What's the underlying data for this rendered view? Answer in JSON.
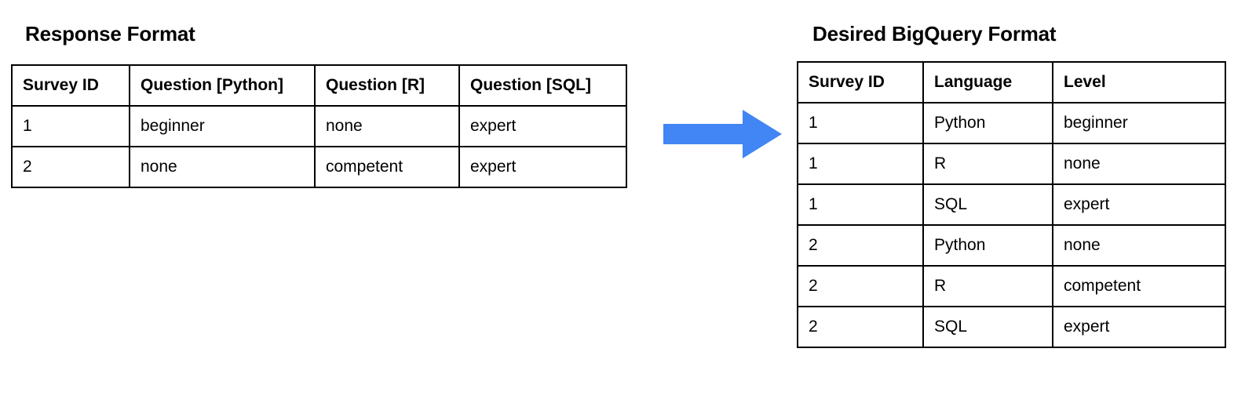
{
  "diagram": {
    "arrow": {
      "icon": "right-arrow-icon",
      "color": "#4285F4",
      "direction": "right"
    },
    "background_color": "#FFFFFF",
    "text_color": "#000000",
    "border_color": "#000000"
  },
  "left_panel": {
    "title": "Response Format",
    "table": {
      "columns": [
        "Survey ID",
        "Question [Python]",
        "Question [R]",
        "Question [SQL]"
      ],
      "rows": [
        [
          "1",
          "beginner",
          "none",
          "expert"
        ],
        [
          "2",
          "none",
          "competent",
          "expert"
        ]
      ]
    }
  },
  "right_panel": {
    "title": "Desired BigQuery Format",
    "table": {
      "columns": [
        "Survey ID",
        "Language",
        "Level"
      ],
      "rows": [
        [
          "1",
          "Python",
          "beginner"
        ],
        [
          "1",
          "R",
          "none"
        ],
        [
          "1",
          "SQL",
          "expert"
        ],
        [
          "2",
          "Python",
          "none"
        ],
        [
          "2",
          "R",
          "competent"
        ],
        [
          "2",
          "SQL",
          "expert"
        ]
      ]
    }
  }
}
